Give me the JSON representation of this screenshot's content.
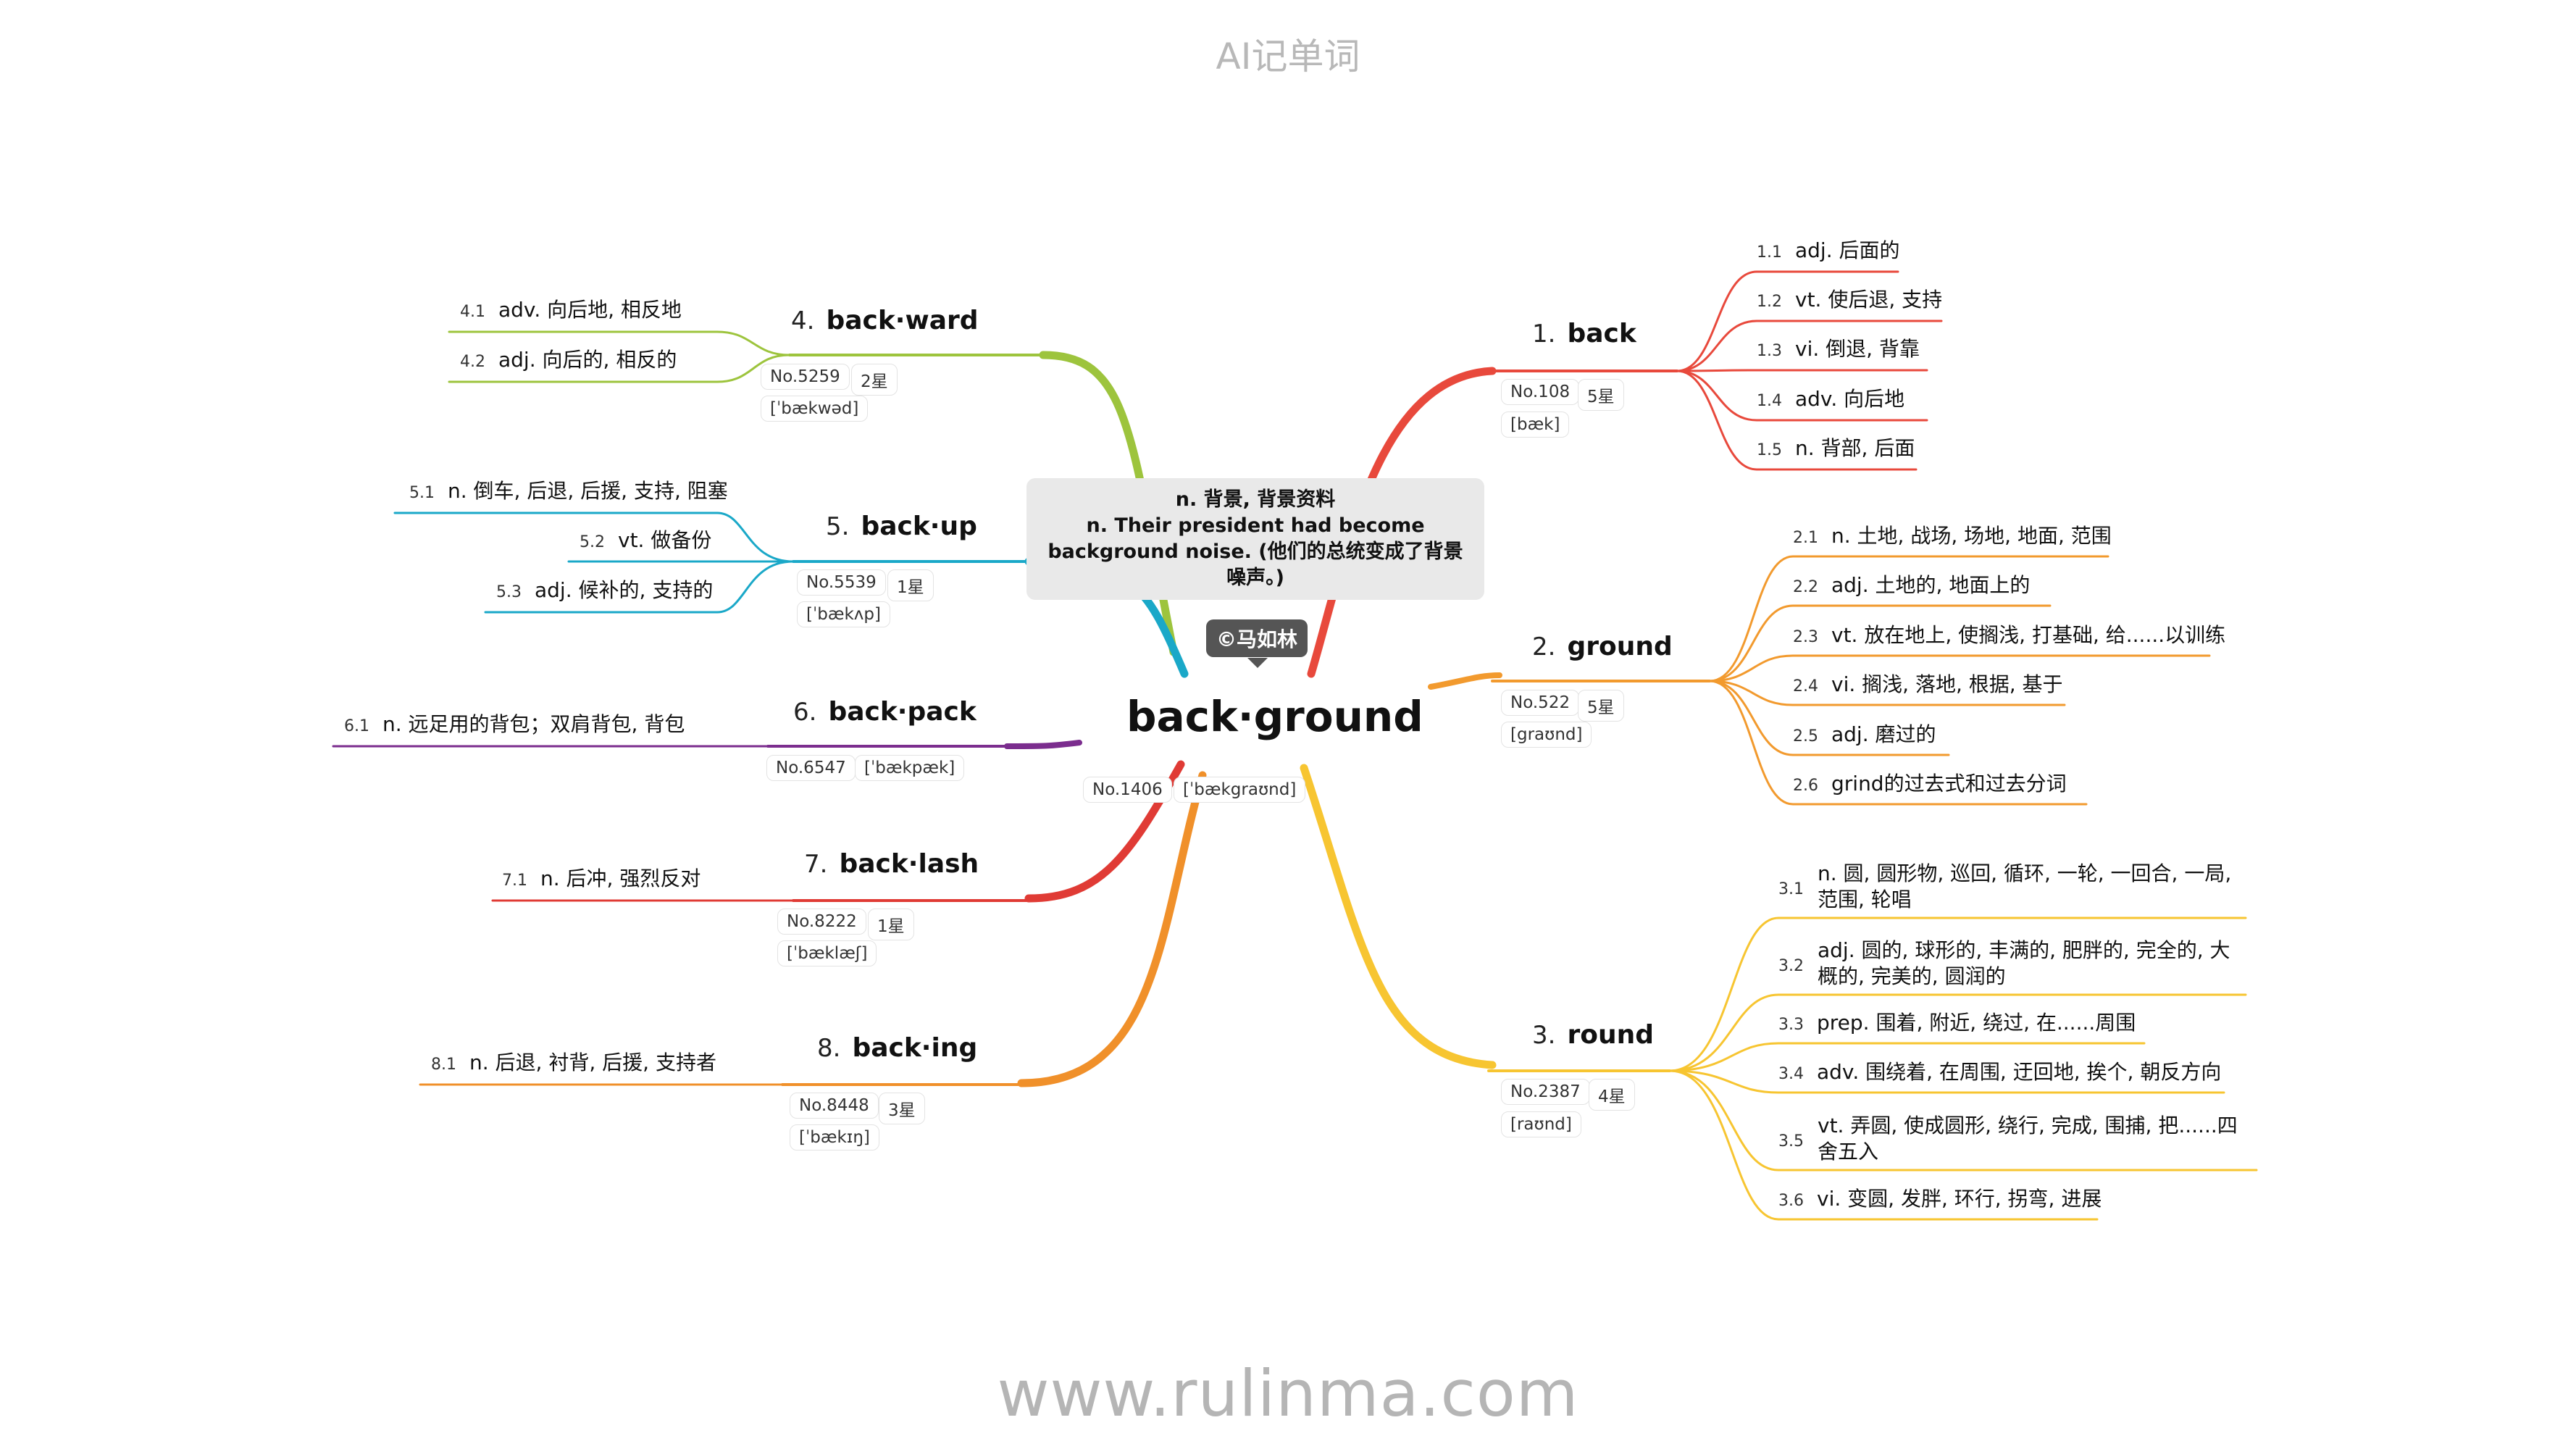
{
  "header": {
    "title": "AI记单词"
  },
  "footer": {
    "url": "www.rulinma.com"
  },
  "center": {
    "word": "back·ground",
    "tags": [
      "No.1406",
      "[ˈbækgraʊnd]"
    ],
    "note": "n. 背景, 背景资料\nn. Their president had become background noise. (他们的总统变成了背景噪声。)",
    "author": "©马如林"
  },
  "colors": {
    "b1": "#e8493c",
    "b2": "#f29a2e",
    "b3": "#f7c531",
    "b4": "#9dc43d",
    "b5": "#1aa8c8",
    "b6": "#7b2d8e",
    "b7": "#e03b35",
    "b8": "#f0902a"
  },
  "branches": [
    {
      "num": "1.",
      "word": "back",
      "tags": [
        "No.108",
        "5星",
        "[bæk]"
      ],
      "defs": [
        {
          "n": "1.1",
          "t": "adj. 后面的"
        },
        {
          "n": "1.2",
          "t": "vt. 使后退, 支持"
        },
        {
          "n": "1.3",
          "t": "vi. 倒退, 背靠"
        },
        {
          "n": "1.4",
          "t": "adv. 向后地"
        },
        {
          "n": "1.5",
          "t": "n. 背部, 后面"
        }
      ]
    },
    {
      "num": "2.",
      "word": "ground",
      "tags": [
        "No.522",
        "5星",
        "[graʊnd]"
      ],
      "defs": [
        {
          "n": "2.1",
          "t": "n. 土地, 战场, 场地, 地面, 范围"
        },
        {
          "n": "2.2",
          "t": "adj. 土地的, 地面上的"
        },
        {
          "n": "2.3",
          "t": "vt. 放在地上, 使搁浅, 打基础, 给......以训练"
        },
        {
          "n": "2.4",
          "t": "vi. 搁浅, 落地, 根据, 基于"
        },
        {
          "n": "2.5",
          "t": "adj. 磨过的"
        },
        {
          "n": "2.6",
          "t": "grind的过去式和过去分词"
        }
      ]
    },
    {
      "num": "3.",
      "word": "round",
      "tags": [
        "No.2387",
        "4星",
        "[raʊnd]"
      ],
      "defs": [
        {
          "n": "3.1",
          "t": "n. 圆, 圆形物, 巡回, 循环, 一轮, 一回合, 一局, 范围, 轮唱"
        },
        {
          "n": "3.2",
          "t": "adj. 圆的, 球形的, 丰满的, 肥胖的, 完全的, 大概的, 完美的, 圆润的"
        },
        {
          "n": "3.3",
          "t": "prep. 围着, 附近, 绕过, 在......周围"
        },
        {
          "n": "3.4",
          "t": "adv. 围绕着, 在周围, 迂回地, 挨个, 朝反方向"
        },
        {
          "n": "3.5",
          "t": "vt. 弄圆, 使成圆形, 绕行, 完成, 围捕, 把......四舍五入"
        },
        {
          "n": "3.6",
          "t": "vi. 变圆, 发胖, 环行, 拐弯, 进展"
        }
      ]
    },
    {
      "num": "4.",
      "word": "back·ward",
      "tags": [
        "No.5259",
        "2星",
        "[ˈbækwəd]"
      ],
      "defs": [
        {
          "n": "4.1",
          "t": "adv. 向后地, 相反地"
        },
        {
          "n": "4.2",
          "t": "adj. 向后的, 相反的"
        }
      ]
    },
    {
      "num": "5.",
      "word": "back·up",
      "tags": [
        "No.5539",
        "1星",
        "[ˈbækʌp]"
      ],
      "defs": [
        {
          "n": "5.1",
          "t": "n. 倒车, 后退, 后援, 支持, 阻塞"
        },
        {
          "n": "5.2",
          "t": "vt. 做备份"
        },
        {
          "n": "5.3",
          "t": "adj. 候补的, 支持的"
        }
      ]
    },
    {
      "num": "6.",
      "word": "back·pack",
      "tags": [
        "No.6547",
        "[ˈbækpæk]"
      ],
      "defs": [
        {
          "n": "6.1",
          "t": "n. 远足用的背包；双肩背包, 背包"
        }
      ]
    },
    {
      "num": "7.",
      "word": "back·lash",
      "tags": [
        "No.8222",
        "1星",
        "[ˈbæklæʃ]"
      ],
      "defs": [
        {
          "n": "7.1",
          "t": "n. 后冲, 强烈反对"
        }
      ]
    },
    {
      "num": "8.",
      "word": "back·ing",
      "tags": [
        "No.8448",
        "3星",
        "[ˈbækɪŋ]"
      ],
      "defs": [
        {
          "n": "8.1",
          "t": "n. 后退, 衬背, 后援, 支持者"
        }
      ]
    }
  ]
}
